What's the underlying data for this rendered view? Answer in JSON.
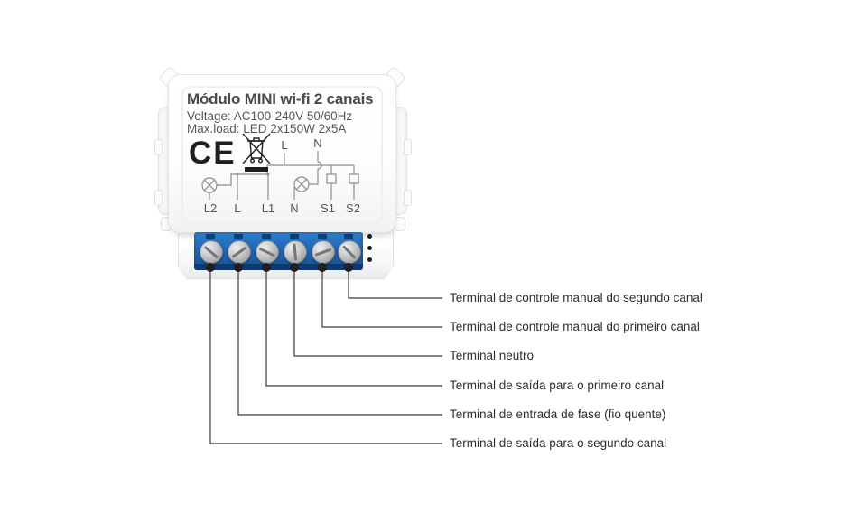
{
  "page": {
    "background": "#ffffff"
  },
  "device": {
    "title": "Módulo MINI wi-fi 2 canais",
    "specs": [
      "Voltage: AC100-240V 50/60Hz",
      "Max.load: LED 2x150W 2x5A"
    ],
    "ce_mark": "CE",
    "schematic": {
      "top_labels": [
        "L",
        "N"
      ],
      "bottom_labels": [
        "L2",
        "L",
        "L1",
        "N",
        "S1",
        "S2"
      ]
    },
    "terminal_count": 6
  },
  "callouts": [
    {
      "terminal": "S2",
      "label": "Terminal de controle manual do segundo canal"
    },
    {
      "terminal": "S1",
      "label": "Terminal de controle manual do primeiro canal"
    },
    {
      "terminal": "N",
      "label": "Terminal neutro"
    },
    {
      "terminal": "L1",
      "label": "Terminal de saída para o primeiro canal"
    },
    {
      "terminal": "L",
      "label": "Terminal de entrada de fase (fio quente)"
    },
    {
      "terminal": "L2",
      "label": "Terminal de saída para o segundo canal"
    }
  ],
  "colors": {
    "terminal_block": "#1e63b2",
    "terminal_block_dark": "#0d3a72",
    "callout_line": "#3c3c3c",
    "device_text": "#4a4a4a",
    "label_text": "#2e2e2e"
  }
}
